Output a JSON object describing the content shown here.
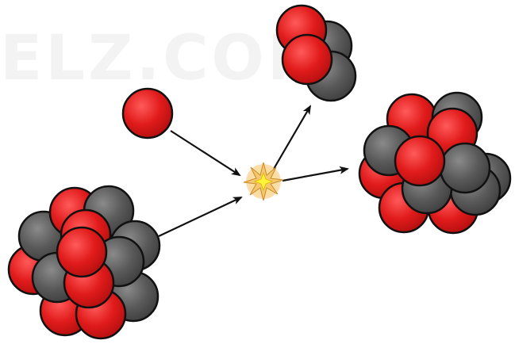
{
  "watermark": {
    "text": "ELZ.COM"
  },
  "colors": {
    "proton_fill": "#e11b1b",
    "proton_highlight": "#ff4a4a",
    "neutron_fill": "#5a5a5a",
    "neutron_highlight": "#7d7d7d",
    "outline": "#111111",
    "arrow": "#111111",
    "spark_outer": "#f6d28a",
    "spark_core": "#fff44a"
  },
  "diagram": {
    "nodes": [
      {
        "id": "neutron-in",
        "kind": "single-particle",
        "particle": "proton"
      },
      {
        "id": "target-nucleus",
        "kind": "nucleus"
      },
      {
        "id": "reaction-spark",
        "kind": "spark"
      },
      {
        "id": "alpha-particle",
        "kind": "nucleus"
      },
      {
        "id": "product-nucleus",
        "kind": "nucleus"
      }
    ],
    "edges": [
      {
        "from": "neutron-in",
        "to": "reaction-spark"
      },
      {
        "from": "target-nucleus",
        "to": "reaction-spark"
      },
      {
        "from": "reaction-spark",
        "to": "alpha-particle"
      },
      {
        "from": "reaction-spark",
        "to": "product-nucleus"
      }
    ]
  }
}
